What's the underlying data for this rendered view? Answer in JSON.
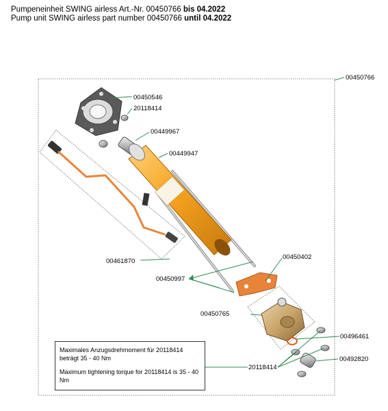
{
  "header": {
    "line1_prefix": "Pumpeneinheit SWING airless Art.-Nr. 00450766 ",
    "line1_bold": "bis 04.2022",
    "line2_prefix": "Pump unit SWING airless part number 00450766 ",
    "line2_bold": "until 04.2022"
  },
  "part_numbers": {
    "assembly": "00450766",
    "flange_plate": "00450546",
    "screw_top": "20118414",
    "cylinder_cap": "00449967",
    "cylinder": "00449947",
    "cable": "00461870",
    "rods": "00450997",
    "bracket": "00450402",
    "pump_head": "00450765",
    "o_ring": "00496461",
    "screws_bottom": "20118414",
    "valve": "00492820"
  },
  "note": {
    "de": "Maximales Anzugsdrehmoment für 20118414 beträgt 35 - 40 Nm",
    "en": "Maximum tightening torque for 20118414 is 35 - 40 Nm"
  },
  "colors": {
    "cylinder": "#f5a21f",
    "cable": "#e8843a",
    "bracket": "#e8843a",
    "leader_line": "#2e8b57",
    "frame": "#666666"
  }
}
